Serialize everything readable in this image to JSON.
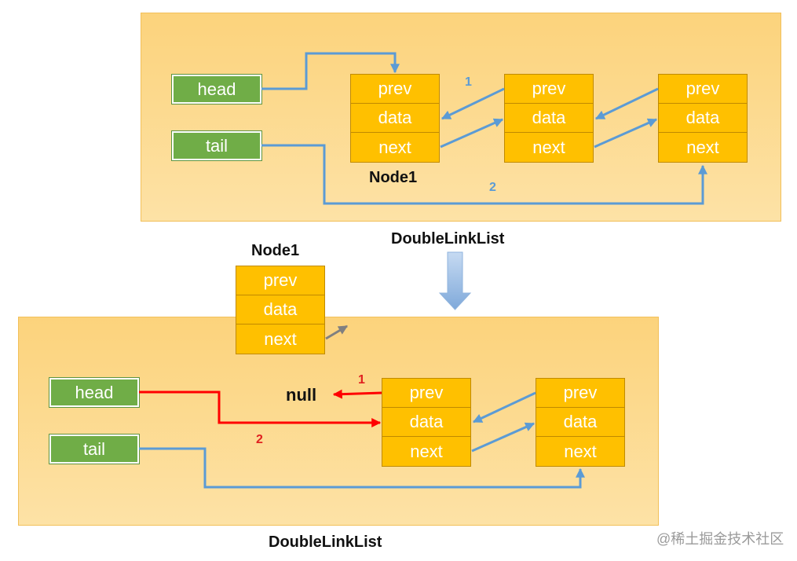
{
  "top": {
    "head_label": "head",
    "tail_label": "tail",
    "nodes": [
      {
        "prev": "prev",
        "data": "data",
        "next": "next"
      },
      {
        "prev": "prev",
        "data": "data",
        "next": "next"
      },
      {
        "prev": "prev",
        "data": "data",
        "next": "next"
      }
    ],
    "node1_label": "Node1",
    "step1": "1",
    "step2": "2",
    "caption": "DoubleLinkList"
  },
  "detached": {
    "label": "Node1",
    "cells": {
      "prev": "prev",
      "data": "data",
      "next": "next"
    }
  },
  "bottom": {
    "head_label": "head",
    "tail_label": "tail",
    "null_label": "null",
    "nodes": [
      {
        "prev": "prev",
        "data": "data",
        "next": "next"
      },
      {
        "prev": "prev",
        "data": "data",
        "next": "next"
      }
    ],
    "step1": "1",
    "step2": "2",
    "caption": "DoubleLinkList"
  },
  "watermark": "@稀土掘金技术社区",
  "colors": {
    "panel": "#fcd37c",
    "node_cell": "#ffc000",
    "pointer_box": "#70ad47",
    "blue_arrow": "#5b9bd5",
    "red_arrow": "#ff0000",
    "grey_arrow": "#808080"
  }
}
